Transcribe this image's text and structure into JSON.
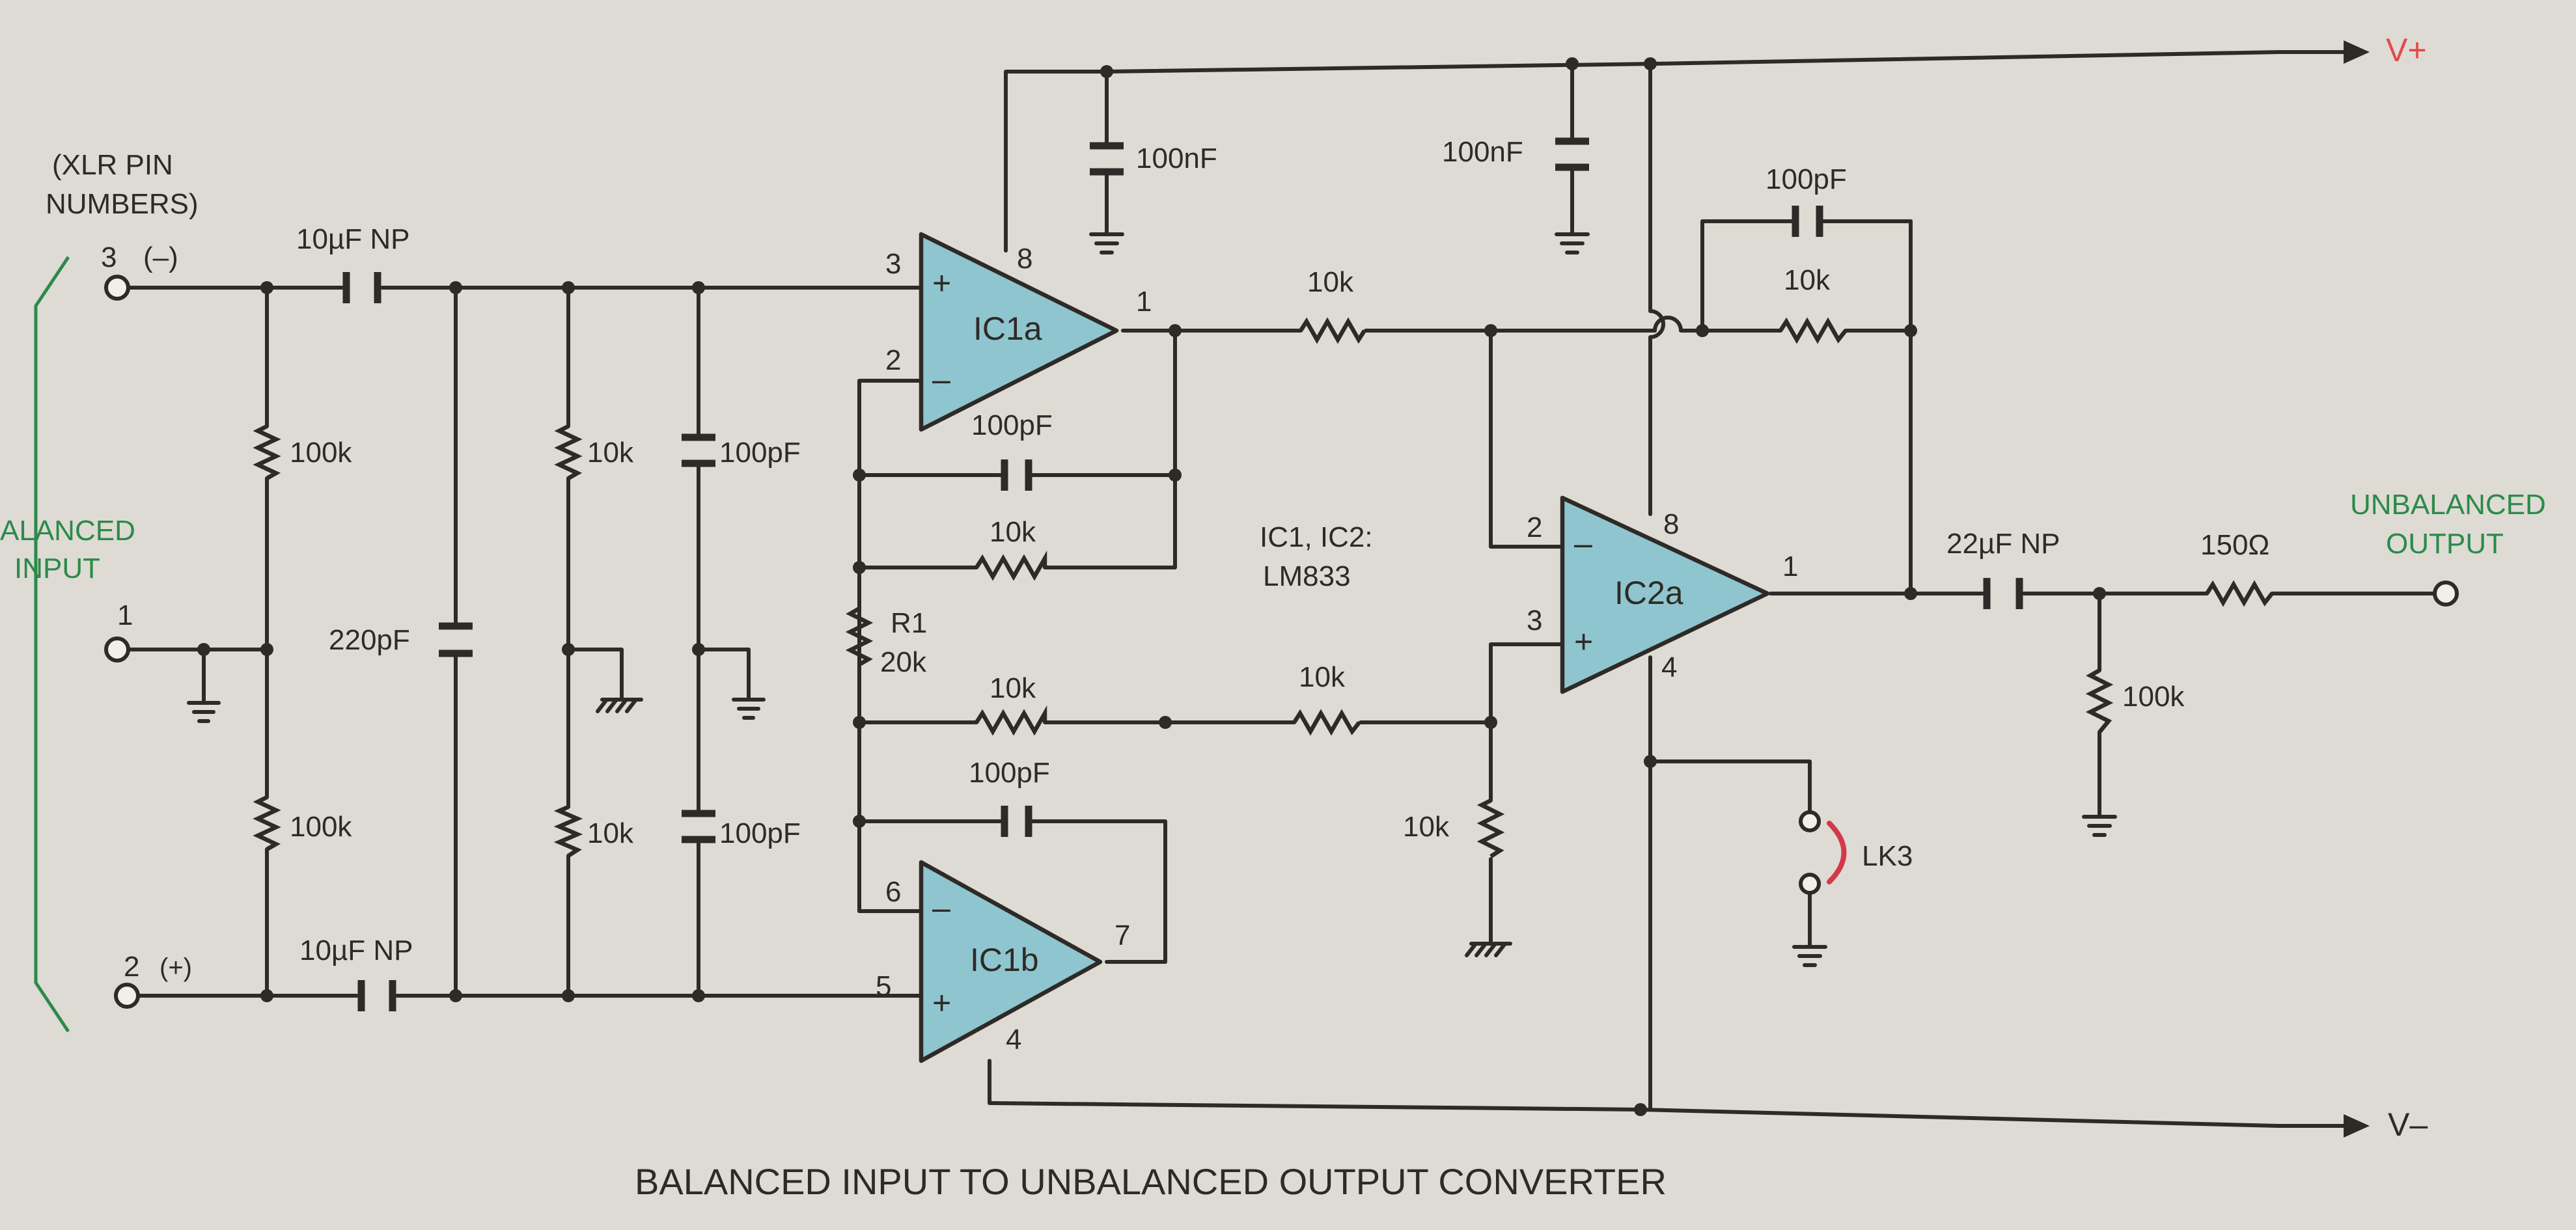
{
  "diagram": {
    "title": "BALANCED INPUT TO UNBALANCED OUTPUT CONVERTER",
    "xlr_label_line1": "(XLR PIN",
    "xlr_label_line2": "NUMBERS)",
    "balanced_input_line1": "ALANCED",
    "balanced_input_line2": "INPUT",
    "unbalanced_output_line1": "UNBALANCED",
    "unbalanced_output_line2": "OUTPUT",
    "ic_note_line1": "IC1, IC2:",
    "ic_note_line2": "LM833",
    "rails": {
      "vplus": "V+",
      "vminus": "V–"
    },
    "colors": {
      "opamp_fill": "#8fc5ce",
      "label_green": "#2c8a4a",
      "rail_red": "#e24a4a",
      "link_red": "#d23a4a"
    },
    "pins": {
      "xlr3": "3",
      "xlr3_sign": "(–)",
      "xlr1": "1",
      "xlr2": "2",
      "xlr2_sign": "(+)"
    },
    "opamps": {
      "ic1a": {
        "name": "IC1a",
        "pin_plus": "3",
        "pin_minus": "2",
        "pin_out": "1",
        "pin_supply": "8",
        "plus_sign": "+",
        "minus_sign": "–"
      },
      "ic1b": {
        "name": "IC1b",
        "pin_minus": "6",
        "pin_plus": "5",
        "pin_out": "7",
        "pin_supply": "4",
        "plus_sign": "+",
        "minus_sign": "–"
      },
      "ic2a": {
        "name": "IC2a",
        "pin_minus": "2",
        "pin_plus": "3",
        "pin_out": "1",
        "pin_vplus": "8",
        "pin_vminus": "4",
        "plus_sign": "+",
        "minus_sign": "–"
      }
    },
    "components": {
      "c_in_top": "10µF NP",
      "c_in_bot": "10µF NP",
      "r_bias_top": "100k",
      "r_bias_bot": "100k",
      "c_220p": "220pF",
      "r_term_top": "10k",
      "r_term_bot": "10k",
      "c_rf_top": "100pF",
      "c_rf_bot": "100pF",
      "c_dec1": "100nF",
      "c_dec2": "100nF",
      "c_fb1a": "100pF",
      "r_fb1a": "10k",
      "r1_name": "R1",
      "r1_value": "20k",
      "r_fb1b": "10k",
      "c_fb1b": "100pF",
      "r_in2_top": "10k",
      "r_in2_bot": "10k",
      "r_gnd2": "10k",
      "c_fb2": "100pF",
      "r_fb2": "10k",
      "c_out": "22µF NP",
      "r_out": "150Ω",
      "r_out_gnd": "100k",
      "link": "LK3"
    }
  }
}
